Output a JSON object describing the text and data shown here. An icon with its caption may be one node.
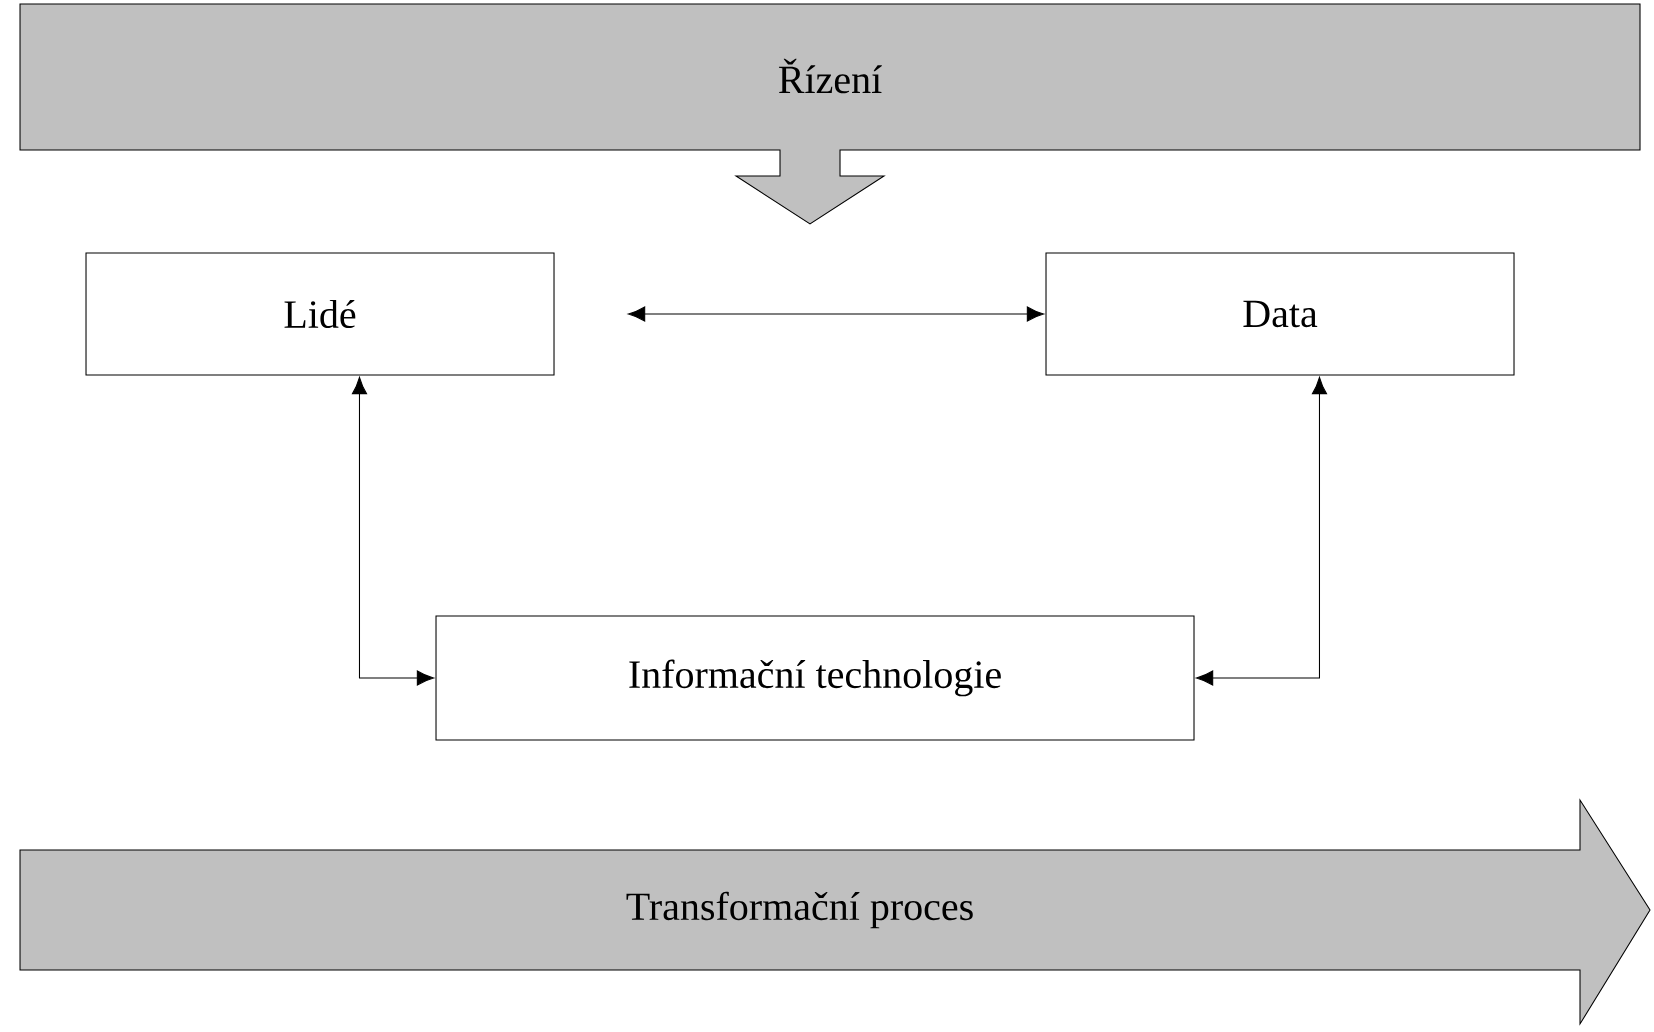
{
  "diagram": {
    "nodes": [
      {
        "text": [
          "Řízení"
        ]
      },
      {
        "text": [
          "Lidé"
        ]
      },
      {
        "text": [
          "Data"
        ]
      },
      {
        "text": [
          "Informační technologie"
        ]
      },
      {
        "text": [
          "Transformační proces"
        ]
      }
    ],
    "edges": [
      {
        "from": 1,
        "to": 2,
        "arrow": "both"
      },
      {
        "from": 1,
        "to": 3,
        "arrow": "both"
      },
      {
        "from": 2,
        "to": 3,
        "arrow": "both"
      }
    ]
  }
}
